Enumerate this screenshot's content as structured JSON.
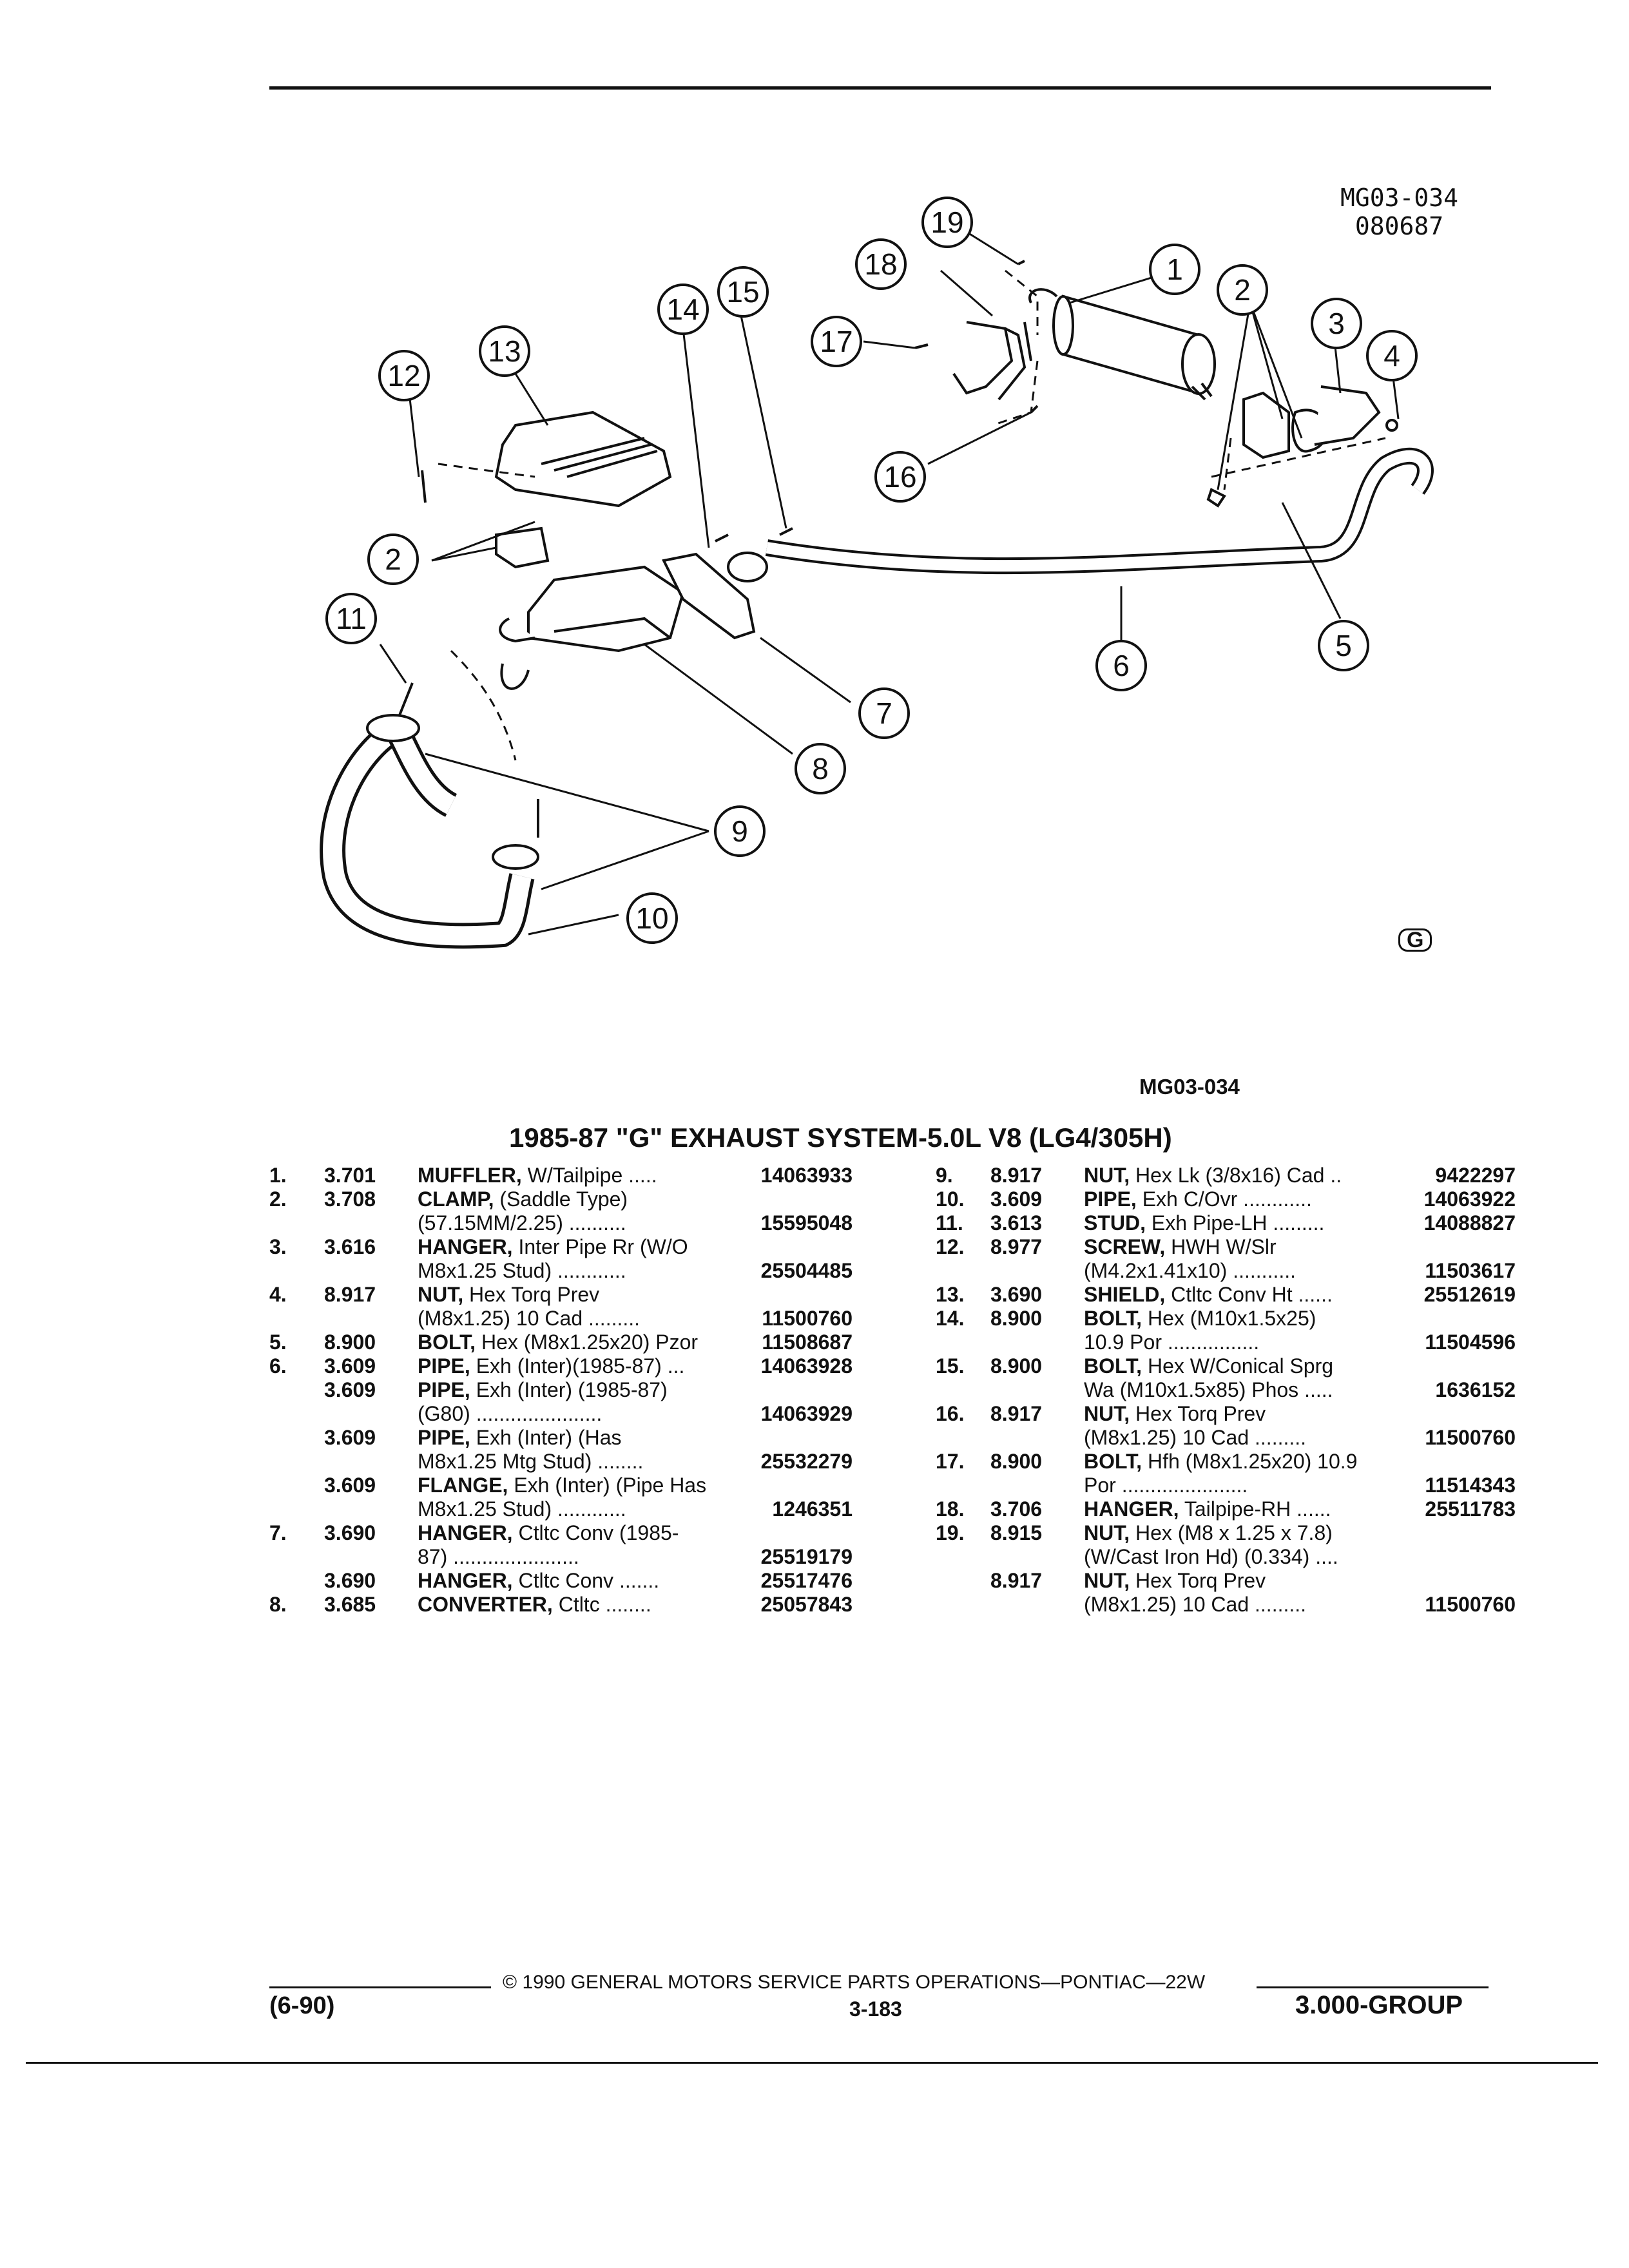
{
  "header": {
    "ref_id_line1": "MG03-034",
    "ref_id_line2": "080687"
  },
  "diagram": {
    "figure_ref": "MG03-034",
    "logo": "G",
    "callouts": [
      "1",
      "2",
      "3",
      "4",
      "5",
      "6",
      "7",
      "8",
      "9",
      "10",
      "11",
      "12",
      "13",
      "14",
      "15",
      "16",
      "17",
      "18",
      "19",
      "2"
    ]
  },
  "title": "1985-87 \"G\" EXHAUST SYSTEM-5.0L V8 (LG4/305H)",
  "parts_left": [
    {
      "no": "1.",
      "group": "3.701",
      "name": "MUFFLER,",
      "detail": " W/Tailpipe .....",
      "part": "14063933"
    },
    {
      "no": "2.",
      "group": "3.708",
      "name": "CLAMP,",
      "detail": " (Saddle Type)",
      "part": ""
    },
    {
      "no": "",
      "group": "",
      "name": "",
      "detail": "(57.15MM/2.25) ..........",
      "part": "15595048"
    },
    {
      "no": "3.",
      "group": "3.616",
      "name": "HANGER,",
      "detail": " Inter Pipe Rr (W/O",
      "part": ""
    },
    {
      "no": "",
      "group": "",
      "name": "",
      "detail": "M8x1.25 Stud) ............",
      "part": "25504485"
    },
    {
      "no": "4.",
      "group": "8.917",
      "name": "NUT,",
      "detail": " Hex Torq Prev",
      "part": ""
    },
    {
      "no": "",
      "group": "",
      "name": "",
      "detail": "(M8x1.25) 10 Cad .........",
      "part": "11500760"
    },
    {
      "no": "5.",
      "group": "8.900",
      "name": "BOLT,",
      "detail": " Hex (M8x1.25x20) Pzor",
      "part": "11508687"
    },
    {
      "no": "6.",
      "group": "3.609",
      "name": "PIPE,",
      "detail": " Exh (Inter)(1985-87) ...",
      "part": "14063928"
    },
    {
      "no": "",
      "group": "3.609",
      "name": "PIPE,",
      "detail": " Exh (Inter) (1985-87)",
      "part": ""
    },
    {
      "no": "",
      "group": "",
      "name": "",
      "detail": "(G80) ......................",
      "part": "14063929"
    },
    {
      "no": "",
      "group": "3.609",
      "name": "PIPE,",
      "detail": " Exh (Inter) (Has",
      "part": ""
    },
    {
      "no": "",
      "group": "",
      "name": "",
      "detail": "M8x1.25 Mtg Stud) ........",
      "part": "25532279"
    },
    {
      "no": "",
      "group": "3.609",
      "name": "FLANGE,",
      "detail": " Exh (Inter) (Pipe Has",
      "part": ""
    },
    {
      "no": "",
      "group": "",
      "name": "",
      "detail": "M8x1.25 Stud) ............",
      "part": "1246351"
    },
    {
      "no": "7.",
      "group": "3.690",
      "name": "HANGER,",
      "detail": " Ctltc Conv (1985-",
      "part": ""
    },
    {
      "no": "",
      "group": "",
      "name": "",
      "detail": "87) ......................",
      "part": "25519179"
    },
    {
      "no": "",
      "group": "3.690",
      "name": "HANGER,",
      "detail": " Ctltc Conv .......",
      "part": "25517476"
    },
    {
      "no": "8.",
      "group": "3.685",
      "name": "CONVERTER,",
      "detail": " Ctltc ........",
      "part": "25057843"
    }
  ],
  "parts_right": [
    {
      "no": "9.",
      "group": "8.917",
      "name": "NUT,",
      "detail": " Hex Lk (3/8x16) Cad ..",
      "part": "9422297"
    },
    {
      "no": "10.",
      "group": "3.609",
      "name": "PIPE,",
      "detail": " Exh C/Ovr ............",
      "part": "14063922"
    },
    {
      "no": "11.",
      "group": "3.613",
      "name": "STUD,",
      "detail": " Exh Pipe-LH .........",
      "part": "14088827"
    },
    {
      "no": "12.",
      "group": "8.977",
      "name": "SCREW,",
      "detail": " HWH W/Slr",
      "part": ""
    },
    {
      "no": "",
      "group": "",
      "name": "",
      "detail": "(M4.2x1.41x10) ...........",
      "part": "11503617"
    },
    {
      "no": "13.",
      "group": "3.690",
      "name": "SHIELD,",
      "detail": " Ctltc Conv Ht ......",
      "part": "25512619"
    },
    {
      "no": "14.",
      "group": "8.900",
      "name": "BOLT,",
      "detail": " Hex (M10x1.5x25)",
      "part": ""
    },
    {
      "no": "",
      "group": "",
      "name": "",
      "detail": "10.9 Por ................",
      "part": "11504596"
    },
    {
      "no": "15.",
      "group": "8.900",
      "name": "BOLT,",
      "detail": " Hex W/Conical Sprg",
      "part": ""
    },
    {
      "no": "",
      "group": "",
      "name": "",
      "detail": "Wa (M10x1.5x85) Phos .....",
      "part": "1636152"
    },
    {
      "no": "16.",
      "group": "8.917",
      "name": "NUT,",
      "detail": " Hex Torq Prev",
      "part": ""
    },
    {
      "no": "",
      "group": "",
      "name": "",
      "detail": "(M8x1.25) 10 Cad .........",
      "part": "11500760"
    },
    {
      "no": "17.",
      "group": "8.900",
      "name": "BOLT,",
      "detail": " Hfh (M8x1.25x20) 10.9",
      "part": ""
    },
    {
      "no": "",
      "group": "",
      "name": "",
      "detail": "Por ......................",
      "part": "11514343"
    },
    {
      "no": "18.",
      "group": "3.706",
      "name": "HANGER,",
      "detail": " Tailpipe-RH ......",
      "part": "25511783"
    },
    {
      "no": "19.",
      "group": "8.915",
      "name": "NUT,",
      "detail": " Hex (M8 x 1.25 x 7.8)",
      "part": ""
    },
    {
      "no": "",
      "group": "",
      "name": "",
      "detail": "(W/Cast Iron Hd) (0.334) ....",
      "part": ""
    },
    {
      "no": "",
      "group": "8.917",
      "name": "NUT,",
      "detail": " Hex Torq Prev",
      "part": ""
    },
    {
      "no": "",
      "group": "",
      "name": "",
      "detail": "(M8x1.25) 10 Cad .........",
      "part": "11500760"
    }
  ],
  "footer": {
    "copyright": "© 1990 GENERAL MOTORS SERVICE PARTS OPERATIONS—PONTIAC—22W",
    "date": "(6-90)",
    "page": "3-183",
    "group": "3.000-GROUP"
  }
}
